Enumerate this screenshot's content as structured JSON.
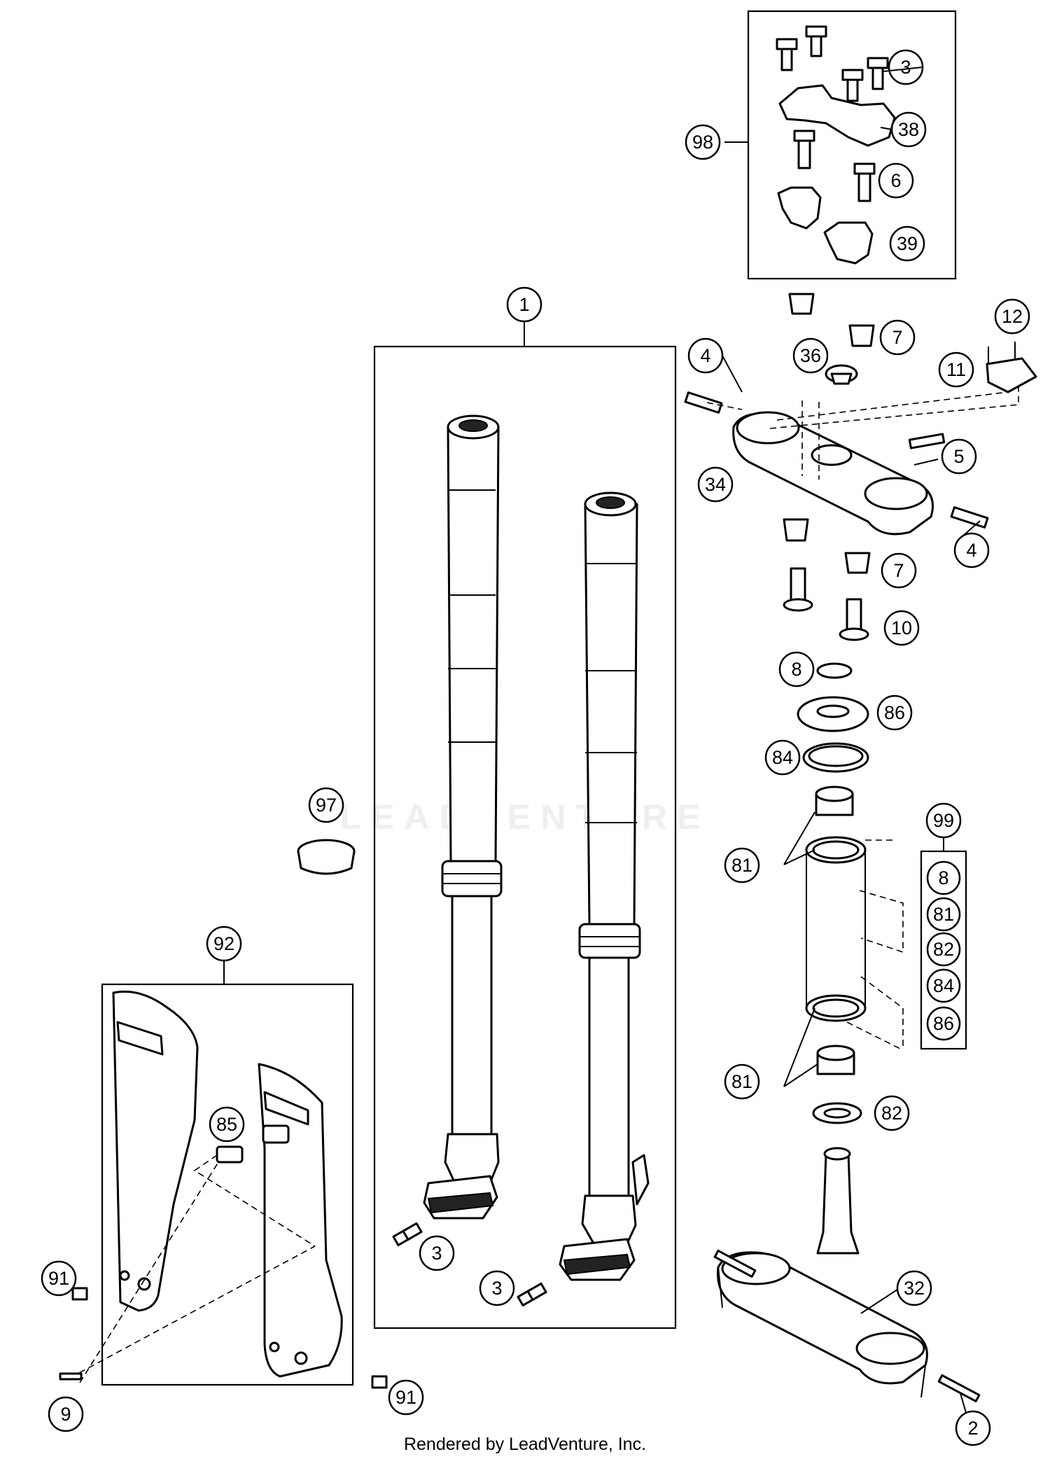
{
  "footer": "Rendered by LeadVenture, Inc.",
  "watermark": "LEADVENTURE",
  "callouts": [
    {
      "key": "c98",
      "label": "98"
    },
    {
      "key": "c3a",
      "label": "3"
    },
    {
      "key": "c38",
      "label": "38"
    },
    {
      "key": "c6",
      "label": "6"
    },
    {
      "key": "c39",
      "label": "39"
    },
    {
      "key": "c1",
      "label": "1"
    },
    {
      "key": "c12",
      "label": "12"
    },
    {
      "key": "c4a",
      "label": "4"
    },
    {
      "key": "c7a",
      "label": "7"
    },
    {
      "key": "c36",
      "label": "36"
    },
    {
      "key": "c11",
      "label": "11"
    },
    {
      "key": "c5",
      "label": "5"
    },
    {
      "key": "c34",
      "label": "34"
    },
    {
      "key": "c4b",
      "label": "4"
    },
    {
      "key": "c7b",
      "label": "7"
    },
    {
      "key": "c10",
      "label": "10"
    },
    {
      "key": "c8",
      "label": "8"
    },
    {
      "key": "c86",
      "label": "86"
    },
    {
      "key": "c84",
      "label": "84"
    },
    {
      "key": "c97",
      "label": "97"
    },
    {
      "key": "c99",
      "label": "99"
    },
    {
      "key": "c81a",
      "label": "81"
    },
    {
      "key": "c92",
      "label": "92"
    },
    {
      "key": "c81b",
      "label": "81"
    },
    {
      "key": "c82",
      "label": "82"
    },
    {
      "key": "c85",
      "label": "85"
    },
    {
      "key": "c3b",
      "label": "3"
    },
    {
      "key": "c3c",
      "label": "3"
    },
    {
      "key": "c32",
      "label": "32"
    },
    {
      "key": "c91a",
      "label": "91"
    },
    {
      "key": "c9",
      "label": "9"
    },
    {
      "key": "c91b",
      "label": "91"
    },
    {
      "key": "c2",
      "label": "2"
    }
  ],
  "kit_99_items": [
    "8",
    "81",
    "82",
    "84",
    "86"
  ]
}
